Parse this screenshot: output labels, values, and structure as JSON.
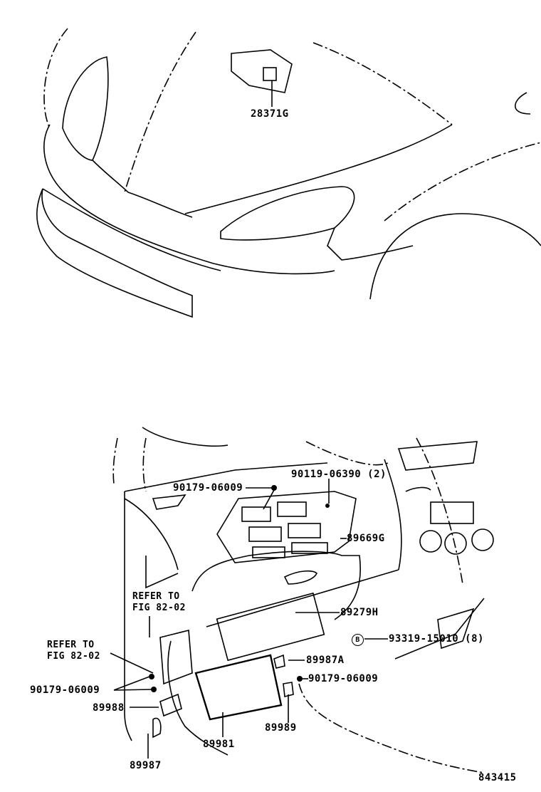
{
  "upper_diagram": {
    "parts": [
      "28371G"
    ]
  },
  "lower_diagram": {
    "parts": {
      "p1": "90179-06009",
      "p2": "90119-06390 (2)",
      "p3": "89669G",
      "p4": "89279H",
      "p5": "93319-15010 (8)",
      "p5_marker": "B",
      "p6": "89987A",
      "p7": "90179-06009",
      "p8": "90179-06009",
      "p9": "89988",
      "p10": "89989",
      "p11": "89981",
      "p12": "89987"
    },
    "refer1": {
      "line1": "REFER TO",
      "line2": "FIG 82-02"
    },
    "refer2": {
      "line1": "REFER TO",
      "line2": "FIG 82-02"
    }
  },
  "figure_number": "843415"
}
